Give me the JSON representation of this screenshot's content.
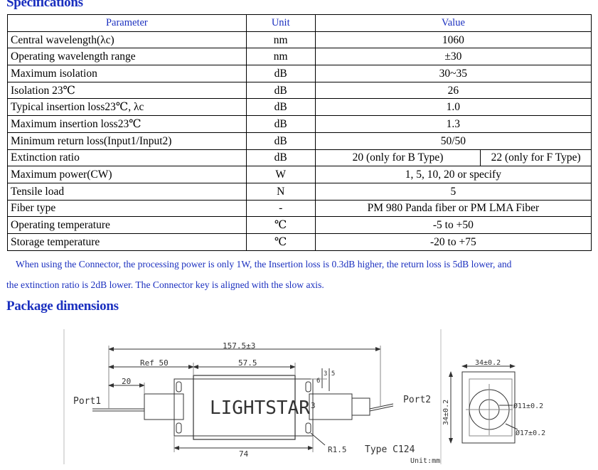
{
  "spec_heading": "Specifications",
  "headers": {
    "parameter": "Parameter",
    "unit": "Unit",
    "value": "Value"
  },
  "rows": [
    {
      "parameter": "Central wavelength(λc)",
      "unit": "nm",
      "value": "1060"
    },
    {
      "parameter": "Operating wavelength range",
      "unit": "nm",
      "value": "±30"
    },
    {
      "parameter": "Maximum isolation",
      "unit": "dB",
      "value": "30~35"
    },
    {
      "parameter": "Isolation 23℃",
      "unit": "dB",
      "value": "26"
    },
    {
      "parameter": "Typical insertion loss23℃, λc",
      "unit": "dB",
      "value": "1.0"
    },
    {
      "parameter": "Maximum insertion loss23℃",
      "unit": "dB",
      "value": "1.3"
    },
    {
      "parameter": "Minimum return loss(Input1/Input2)",
      "unit": "dB",
      "value": "50/50"
    },
    {
      "parameter": "Extinction ratio",
      "unit": "dB",
      "value_b": "20 (only for B Type)",
      "value_f": "22 (only for F Type)"
    },
    {
      "parameter": "Maximum power(CW)",
      "unit": "W",
      "value": "1, 5, 10, 20 or specify"
    },
    {
      "parameter": "Tensile load",
      "unit": "N",
      "value": "5"
    },
    {
      "parameter": "Fiber type",
      "unit": "-",
      "value": "PM 980 Panda fiber or PM LMA Fiber"
    },
    {
      "parameter": "Operating temperature",
      "unit": "℃",
      "value": "-5 to +50"
    },
    {
      "parameter": "Storage temperature",
      "unit": "℃",
      "value": "-20 to +75"
    }
  ],
  "note_line1": "When using the Connector, the processing power is only 1W, the Insertion loss is 0.3dB higher, the return loss is 5dB lower, and",
  "note_line2": "the extinction ratio is 2dB lower. The Connector key is aligned with the slow axis.",
  "package_heading": "Package dimensions",
  "drawing": {
    "overall_length": "157.5±3",
    "ref_length": "Ref 50",
    "body_length": "57.5",
    "tube_length": "20",
    "base_length": "74",
    "dim_3": "3",
    "dim_6": "6",
    "dim_35": "3.5",
    "radius": "R1.5",
    "port1": "Port1",
    "port2": "Port2",
    "brand": "LIGHTSTAR",
    "type": "Type C124",
    "unit": "Unit:mm",
    "side_width": "34±0.2",
    "side_height": "34±0.2",
    "dia_inner": "Ø11±0.2",
    "dia_outer": "Ø17±0.2"
  },
  "colors": {
    "heading": "#1a2fbf",
    "text": "#000000"
  }
}
